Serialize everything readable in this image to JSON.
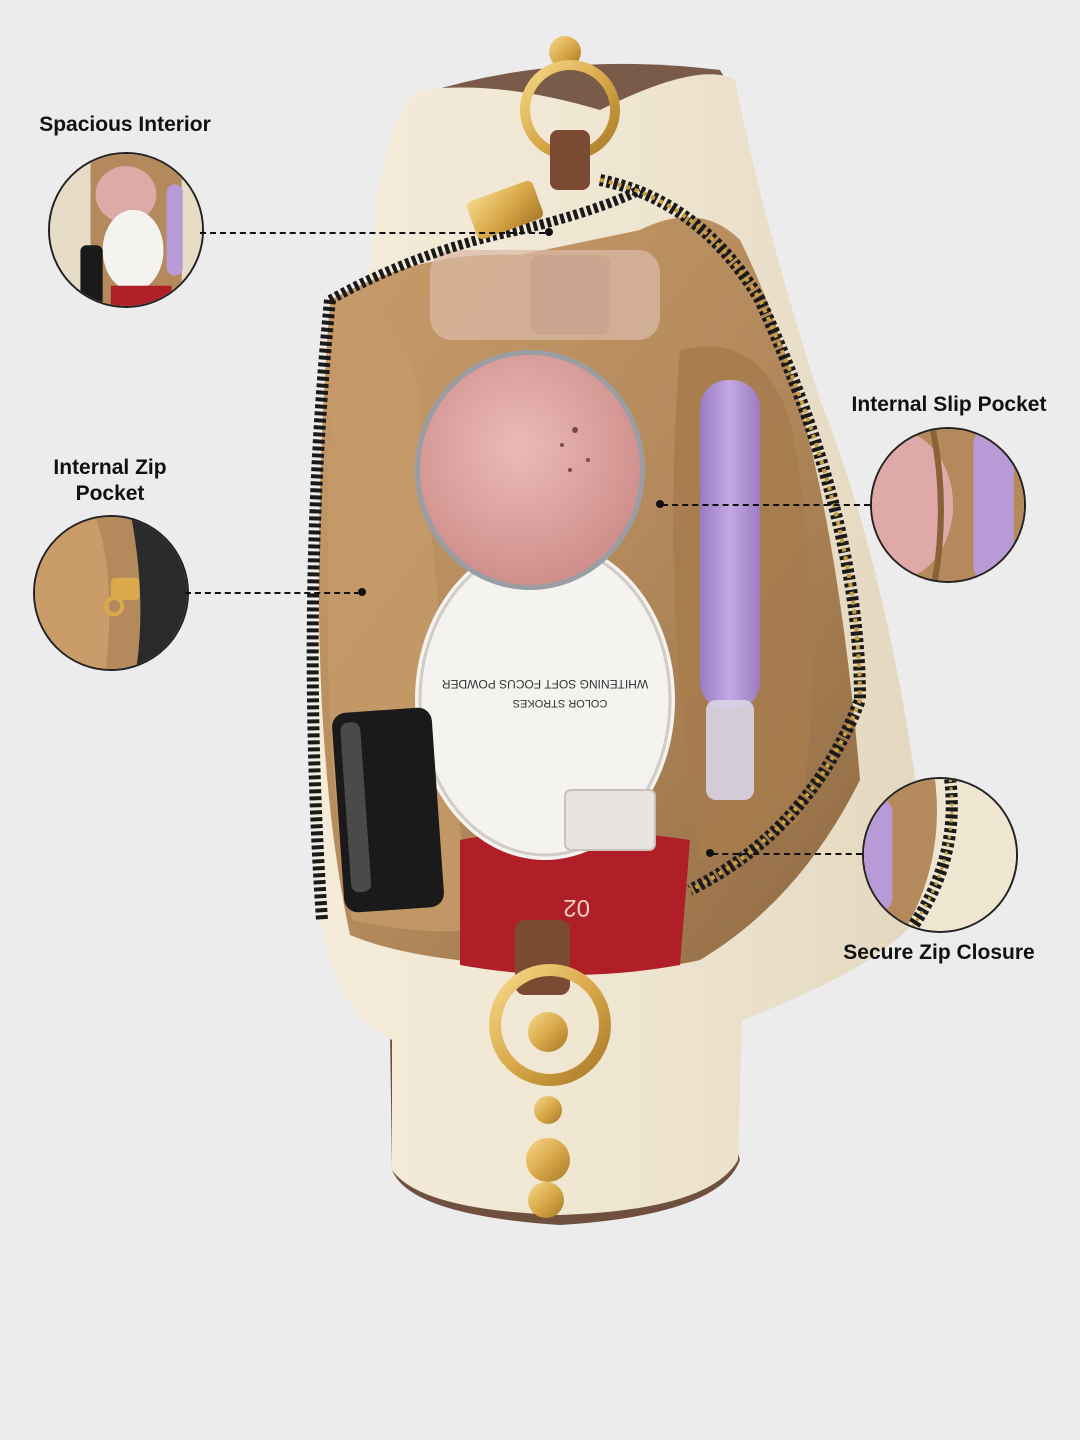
{
  "callouts": {
    "spacious_interior": "Spacious Interior",
    "internal_zip_pocket_line1": "Internal Zip",
    "internal_zip_pocket_line2": "Pocket",
    "internal_slip_pocket": "Internal Slip Pocket",
    "secure_zip_closure": "Secure Zip Closure"
  },
  "product_text": {
    "powder_brand": "COLOR STROKES",
    "powder_name": "WHITENING SOFT FOCUS POWDER",
    "shade": "02"
  },
  "colors": {
    "background": "#ececec",
    "bag_cream": "#efe6d2",
    "bag_brown": "#7a5a48",
    "lining": "#b48a5c",
    "hardware_gold": "#d9a94a",
    "compact_pink": "#e0a6a4",
    "pen_purple": "#b89ad6",
    "lipstick_red": "#b01e28"
  }
}
